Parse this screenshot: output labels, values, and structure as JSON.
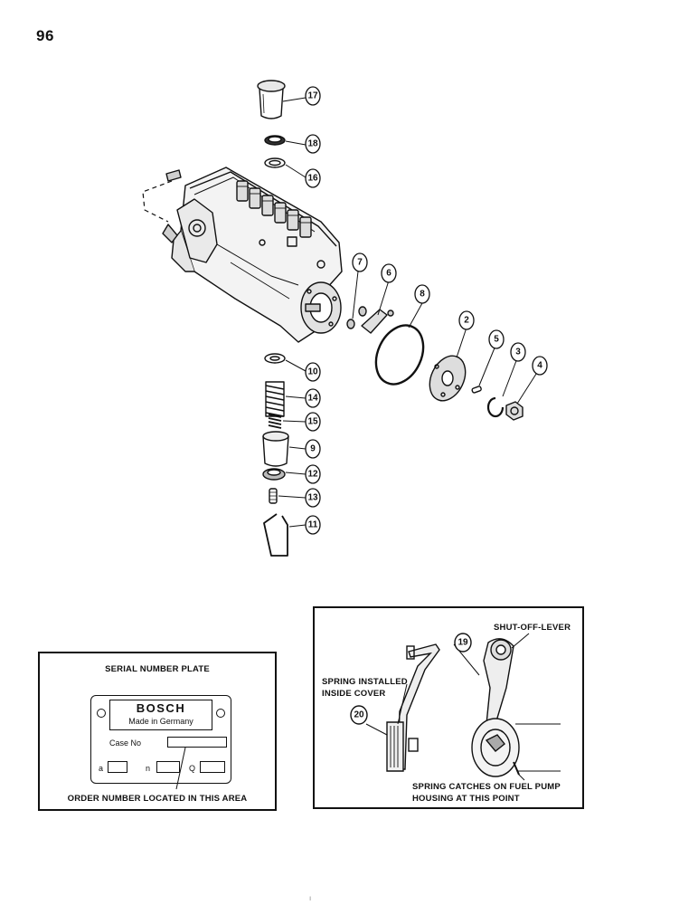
{
  "page": {
    "number": "96"
  },
  "callouts": [
    "17",
    "18",
    "16",
    "7",
    "6",
    "8",
    "2",
    "5",
    "3",
    "4",
    "10",
    "14",
    "15",
    "9",
    "12",
    "13",
    "11",
    "19",
    "20"
  ],
  "serial_plate_box": {
    "title": "SERIAL NUMBER PLATE",
    "brand": "BOSCH",
    "made_in": "Made in Germany",
    "case_label": "Case No",
    "field_a": "a",
    "field_n": "n",
    "field_q": "Q",
    "caption": "ORDER NUMBER LOCATED IN THIS AREA"
  },
  "shutoff_box": {
    "shut_off_label": "SHUT-OFF-LEVER",
    "spring_label_1": "SPRING INSTALLED",
    "spring_label_2": "INSIDE COVER",
    "catch_label_1": "SPRING CATCHES ON FUEL PUMP",
    "catch_label_2": "HOUSING AT THIS POINT"
  },
  "stray_mark": "ı"
}
